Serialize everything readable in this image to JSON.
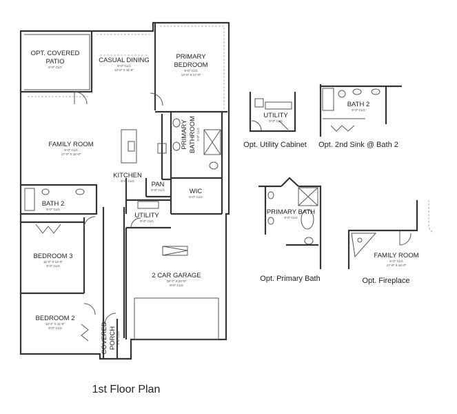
{
  "plan_title": "1st Floor Plan",
  "rooms": {
    "patio": {
      "name_1": "OPT. COVERED",
      "name_2": "PATIO",
      "ceiling": "8'-0\" CLG"
    },
    "dining": {
      "name": "CASUAL DINING",
      "ceiling": "9'-0\" CLG",
      "size": "12'-0\" X 11'-6\""
    },
    "primary_bedroom": {
      "name_1": "PRIMARY",
      "name_2": "BEDROOM",
      "ceiling": "9'-0\" CLG",
      "size": "13'-0\" X 17'-0\""
    },
    "primary_bathroom": {
      "name_1": "PRIMARY",
      "name_2": "BATHROOM",
      "ceiling": "9'-0\" CLG"
    },
    "family_room": {
      "name": "FAMILY ROOM",
      "ceiling": "9'-0\" CLG",
      "size": "17'-9\" X 16'-0\""
    },
    "kitchen": {
      "name": "KITCHEN",
      "ceiling": "9'-0\" CLG"
    },
    "pantry": {
      "name": "PAN",
      "ceiling": "9'-0\" CLG"
    },
    "wic": {
      "name": "WIC",
      "ceiling": "9'-0\" CLG"
    },
    "bath2": {
      "name": "BATH 2",
      "ceiling": "9'-0\" CLG"
    },
    "utility": {
      "name": "UTILITY",
      "ceiling": "9'-0\" CLG"
    },
    "bedroom3": {
      "name": "BEDROOM 3",
      "size": "11'-0\" X 12'-0\"",
      "ceiling": "9'-0\" CLG"
    },
    "garage": {
      "name": "2 CAR GARAGE",
      "size": "18'-7\" X 20'-0\"",
      "ceiling": "9'-0\" CLG"
    },
    "bedroom2": {
      "name": "BEDROOM 2",
      "size": "12'-4\" X 11'-0\"",
      "ceiling": "9'-0\" CLG"
    },
    "porch": {
      "name_1": "COVERED",
      "name_2": "PORCH",
      "ceiling": "9'-0\" CLG"
    }
  },
  "options": {
    "utility_cabinet": {
      "caption": "Opt. Utility Cabinet",
      "room": "UTILITY",
      "ceiling": "9'-0\" CLG"
    },
    "second_sink": {
      "caption": "Opt. 2nd Sink @ Bath 2",
      "room": "BATH 2",
      "ceiling": "9'-0\" CLG"
    },
    "primary_bath": {
      "caption": "Opt. Primary Bath",
      "room": "PRIMARY BATH",
      "ceiling": "9'-0\" CLG"
    },
    "fireplace": {
      "caption": "Opt. Fireplace",
      "room": "FAMILY ROOM",
      "ceiling": "9'-0\" CLG",
      "size": "17'-9\" X 16'-0\""
    }
  }
}
